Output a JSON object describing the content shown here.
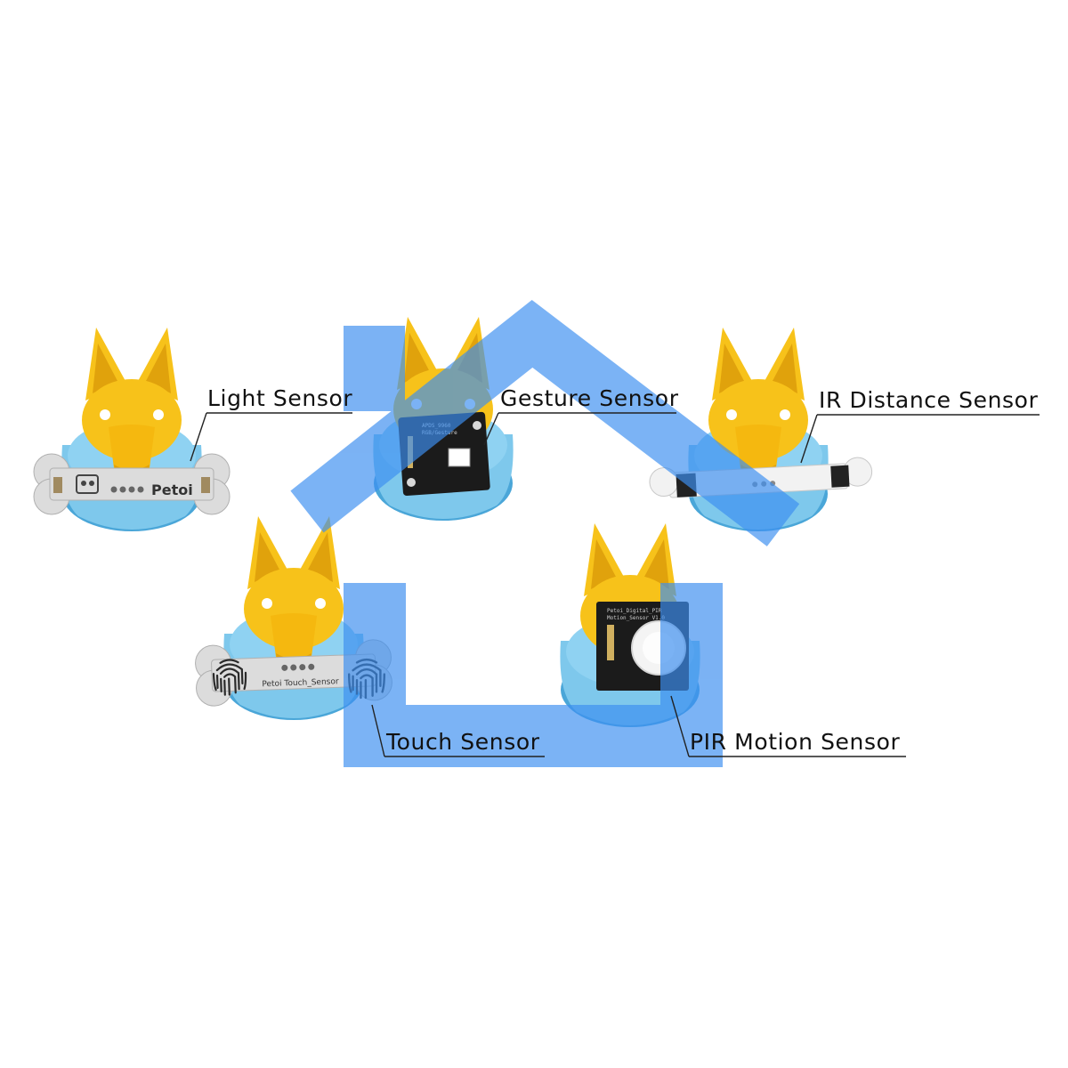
{
  "labels": {
    "light": "Light Sensor",
    "gesture": "Gesture Sensor",
    "ir": "IR Distance Sensor",
    "touch": "Touch Sensor",
    "pir": "PIR Motion Sensor"
  },
  "boards": {
    "light_brand": "Petoi",
    "touch_text": "Petoi Touch_Sensor",
    "gesture_chip": "APDS_9960",
    "gesture_chip_sub": "RGB/Gesture",
    "pir_chip": "Petoi_Digital_PIR",
    "pir_chip_sub": "Motion_Sensor V1.0"
  },
  "colors": {
    "head_yellow": "#f7c21a",
    "head_shadow": "#e0a20c",
    "base_blue": "#7ec8ec",
    "base_blue_dark": "#4aa6d8",
    "house_blue": "#3d8ff0",
    "board_grey": "#dcdcdc",
    "board_black": "#1b1b1b"
  },
  "icons": {
    "overlay": "house-outline-icon",
    "fingerprint": "fingerprint-icon",
    "logo": "petoi-logo-icon"
  }
}
